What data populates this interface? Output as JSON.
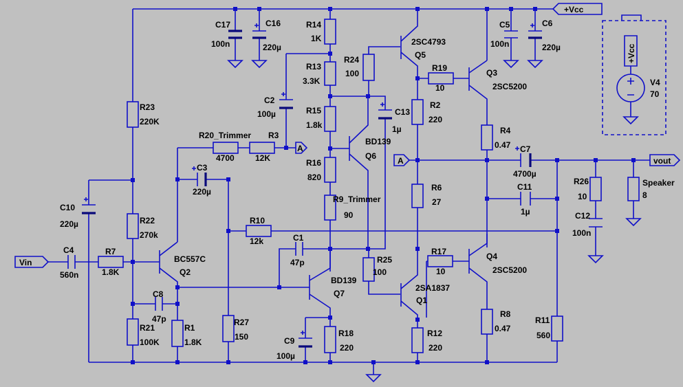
{
  "nets": {
    "vcc": "+Vcc",
    "vin": "Vin",
    "vout": "vout",
    "a_right": "A",
    "a_left": "A",
    "vcc_src": "+Vcc"
  },
  "resistors": {
    "R14": {
      "name": "R14",
      "value": "1K"
    },
    "R13": {
      "name": "R13",
      "value": "3.3K"
    },
    "R15": {
      "name": "R15",
      "value": "1.8k"
    },
    "R16": {
      "name": "R16",
      "value": "820"
    },
    "R9": {
      "name": "R9_Trimmer",
      "value": "90"
    },
    "R24": {
      "name": "R24",
      "value": "100"
    },
    "R23": {
      "name": "R23",
      "value": "220K"
    },
    "R22": {
      "name": "R22",
      "value": "270k"
    },
    "R21": {
      "name": "R21",
      "value": "100K"
    },
    "R1": {
      "name": "R1",
      "value": "1.8K"
    },
    "R20": {
      "name": "R20_Trimmer",
      "value": "4700"
    },
    "R3": {
      "name": "R3",
      "value": "12K"
    },
    "R10": {
      "name": "R10",
      "value": "12k"
    },
    "R7": {
      "name": "R7",
      "value": "1.8K"
    },
    "R27": {
      "name": "R27",
      "value": "150"
    },
    "R18": {
      "name": "R18",
      "value": "220"
    },
    "R25": {
      "name": "R25",
      "value": "100"
    },
    "R2": {
      "name": "R2",
      "value": "220"
    },
    "R6": {
      "name": "R6",
      "value": "27"
    },
    "R12": {
      "name": "R12",
      "value": "220"
    },
    "R19": {
      "name": "R19",
      "value": "10"
    },
    "R17": {
      "name": "R17",
      "value": "10"
    },
    "R4": {
      "name": "R4",
      "value": "0.47"
    },
    "R8": {
      "name": "R8",
      "value": "0.47"
    },
    "R11": {
      "name": "R11",
      "value": "560"
    },
    "R26": {
      "name": "R26",
      "value": "10"
    },
    "Speaker": {
      "name": "Speaker",
      "value": "8"
    }
  },
  "capacitors": {
    "C17": {
      "name": "C17",
      "value": "100n"
    },
    "C16": {
      "name": "C16",
      "value": "220µ"
    },
    "C2": {
      "name": "C2",
      "value": "100µ"
    },
    "C13": {
      "name": "C13",
      "value": "1µ"
    },
    "C5": {
      "name": "C5",
      "value": "100n"
    },
    "C6": {
      "name": "C6",
      "value": "220µ"
    },
    "C3": {
      "name": "C3",
      "value": "220µ"
    },
    "C10": {
      "name": "C10",
      "value": "220µ"
    },
    "C4": {
      "name": "C4",
      "value": "560n"
    },
    "C8": {
      "name": "C8",
      "value": "47p"
    },
    "C1": {
      "name": "C1",
      "value": "47p"
    },
    "C9": {
      "name": "C9",
      "value": "100µ"
    },
    "C7": {
      "name": "C7",
      "value": "4700µ"
    },
    "C11": {
      "name": "C11",
      "value": "1µ"
    },
    "C12": {
      "name": "C12",
      "value": "100n"
    }
  },
  "transistors": {
    "Q5": {
      "part": "2SC4793",
      "name": "Q5"
    },
    "Q6": {
      "part": "BD139",
      "name": "Q6"
    },
    "Q3": {
      "part": "2SC5200",
      "name": "Q3"
    },
    "Q2": {
      "part": "BC557C",
      "name": "Q2"
    },
    "Q7": {
      "part": "BD139",
      "name": "Q7"
    },
    "Q1": {
      "part": "2SA1837",
      "name": "Q1"
    },
    "Q4": {
      "part": "2SC5200",
      "name": "Q4"
    }
  },
  "source": {
    "name": "V4",
    "value": "70"
  },
  "colors": {
    "wire": "#1010c8",
    "background": "#c0c0c0",
    "text": "#000000"
  }
}
